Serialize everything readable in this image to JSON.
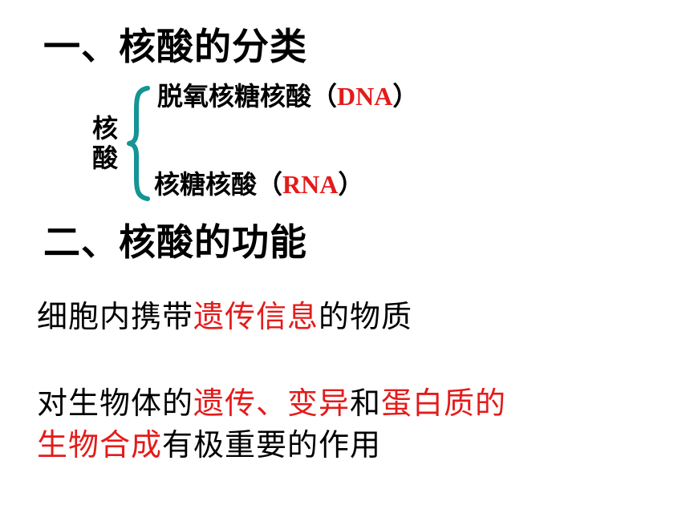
{
  "headings": {
    "classification": "一、核酸的分类",
    "function": "二、核酸的功能"
  },
  "diagram": {
    "label_line1": "核",
    "label_line2": "酸",
    "branches": [
      {
        "name": "脱氧核糖核酸",
        "open": "（",
        "abbr": "DNA",
        "close": "）"
      },
      {
        "name": "核糖核酸",
        "open": "（",
        "abbr": "RNA",
        "close": "）"
      }
    ]
  },
  "functions": {
    "line1": {
      "part1": "细胞内携带",
      "highlight1": "遗传信息",
      "part2": "的物质"
    },
    "line2": {
      "part1": "对生物体的",
      "highlight1": "遗传、变异",
      "part2": "和",
      "highlight2": "蛋白质的"
    },
    "line3": {
      "highlight1": "生物合成",
      "part1": "有极重要的作用"
    }
  },
  "colors": {
    "highlight": "#e31b1b",
    "brace": "#149494",
    "text": "#000000"
  }
}
